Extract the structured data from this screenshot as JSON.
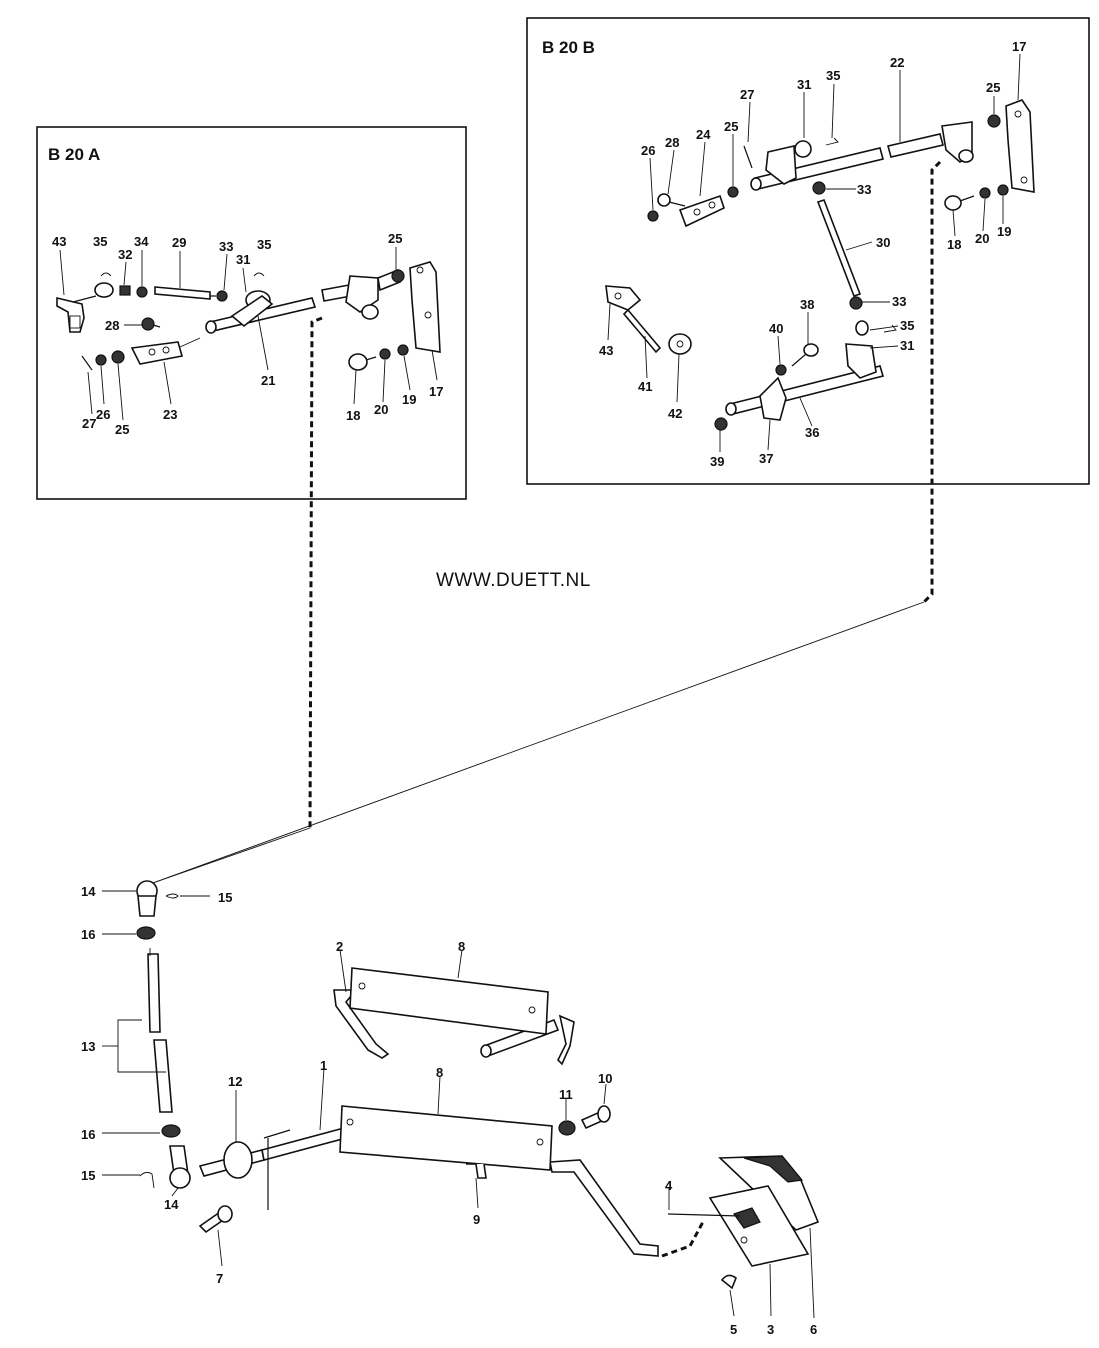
{
  "watermark": "WWW.DUETT.NL",
  "insets": {
    "a": {
      "title": "B 20 A"
    },
    "b": {
      "title": "B 20 B"
    }
  },
  "labels": {
    "a": {
      "p43": "43",
      "p35a": "35",
      "p32": "32",
      "p34": "34",
      "p29": "29",
      "p33": "33",
      "p31": "31",
      "p35b": "35",
      "p25a": "25",
      "p28": "28",
      "p21": "21",
      "p23": "23",
      "p26": "26",
      "p25b": "25",
      "p27": "27",
      "p18": "18",
      "p20": "20",
      "p19": "19",
      "p17": "17"
    },
    "b": {
      "p27": "27",
      "p31a": "31",
      "p35a": "35",
      "p22": "22",
      "p25a": "25",
      "p17": "17",
      "p26": "26",
      "p28": "28",
      "p24": "24",
      "p25b": "25",
      "p33a": "33",
      "p18": "18",
      "p20": "20",
      "p19": "19",
      "p30": "30",
      "p43": "43",
      "p33b": "33",
      "p38": "38",
      "p40": "40",
      "p35b": "35",
      "p31b": "31",
      "p41": "41",
      "p42": "42",
      "p36": "36",
      "p39": "39",
      "p37": "37"
    },
    "main": {
      "p14a": "14",
      "p15a": "15",
      "p16a": "16",
      "p13": "13",
      "p16b": "16",
      "p15b": "15",
      "p14b": "14",
      "p7": "7",
      "p12": "12",
      "p1": "1",
      "p2": "2",
      "p8a": "8",
      "p8b": "8",
      "p11": "11",
      "p10": "10",
      "p9": "9",
      "p4": "4",
      "p5": "5",
      "p3": "3",
      "p6": "6"
    }
  }
}
